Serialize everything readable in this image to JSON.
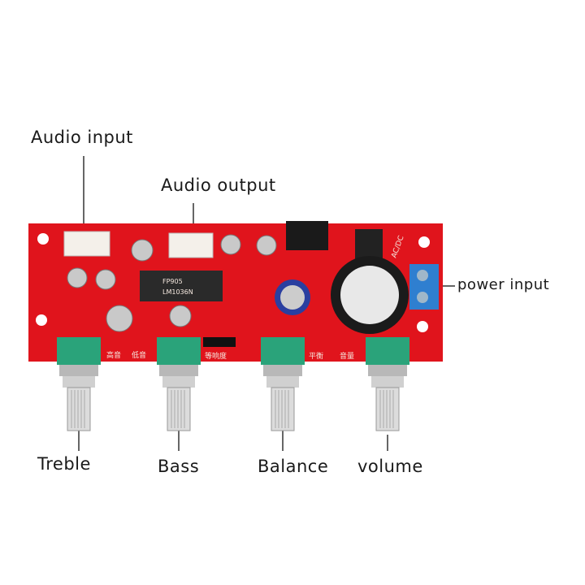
{
  "callouts": {
    "audio_input": "Audio input",
    "audio_output": "Audio output",
    "power_input": "power input",
    "treble": "Treble",
    "bass": "Bass",
    "balance": "Balance",
    "volume": "volume"
  },
  "board": {
    "chip_label": "LM1036N",
    "chip_maker": "FP905",
    "power_mark": "AC/DC",
    "silk_labels": [
      "高音",
      "低音",
      "等响度",
      "平衡",
      "音量"
    ],
    "colors": {
      "pcb": "#e0141c",
      "pot": "#2aa37a",
      "terminal": "#2f7fd0"
    }
  }
}
